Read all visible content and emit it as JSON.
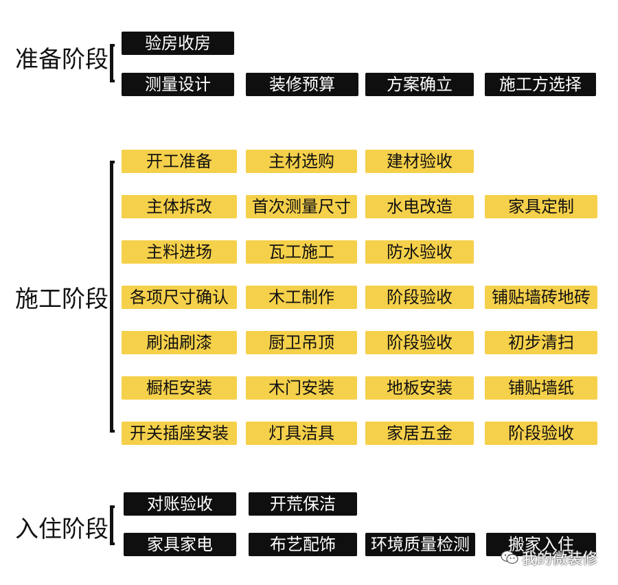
{
  "stages": {
    "prepare": {
      "label": "准备阶段",
      "items": [
        "验房收房",
        "测量设计",
        "装修预算",
        "方案确立",
        "施工方选择"
      ]
    },
    "construction": {
      "label": "施工阶段",
      "items": [
        "开工准备",
        "主材选购",
        "建材验收",
        "主体拆改",
        "首次测量尺寸",
        "水电改造",
        "家具定制",
        "主料进场",
        "瓦工施工",
        "防水验收",
        "各项尺寸确认",
        "木工制作",
        "阶段验收",
        "铺贴墙砖地砖",
        "刷油刷漆",
        "厨卫吊顶",
        "阶段验收",
        "初步清扫",
        "橱柜安装",
        "木门安装",
        "地板安装",
        "铺贴墙纸",
        "开关插座安装",
        "灯具洁具",
        "家居五金",
        "阶段验收"
      ]
    },
    "move_in": {
      "label": "入住阶段",
      "items": [
        "对账验收",
        "开荒保洁",
        "家具家电",
        "布艺配饰",
        "环境质量检测",
        "搬家入住"
      ]
    }
  },
  "watermark": {
    "text": "我的微装修",
    "icon": "wechat-icon"
  },
  "colors": {
    "dark_tag": "#0f0f0f",
    "yellow_tag": "#f5d04a",
    "text_dark": "#111111"
  }
}
